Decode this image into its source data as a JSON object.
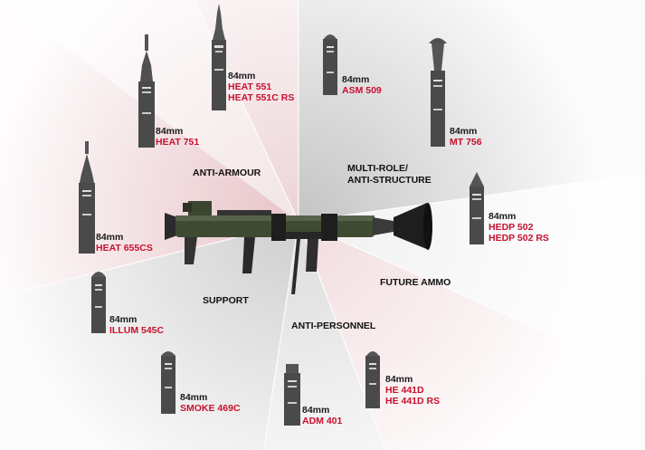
{
  "colors": {
    "sector_red": "#e9c9cd",
    "sector_grey": "#c9c9c9",
    "round_body": "#4d4d4d",
    "name_red": "#c8102e",
    "weapon_green": "#3f4a33"
  },
  "categories": {
    "anti_armour": "ANTI-ARMOUR",
    "multi_role_1": "MULTI-ROLE/",
    "multi_role_2": "ANTI-STRUCTURE",
    "support": "SUPPORT",
    "future": "FUTURE AMMO",
    "anti_personnel": "ANTI-PERSONNEL"
  },
  "rounds": [
    {
      "id": "heat551",
      "caliber": "84mm",
      "names": [
        "HEAT 551",
        "HEAT 551C RS"
      ]
    },
    {
      "id": "heat751",
      "caliber": "84mm",
      "names": [
        "HEAT 751"
      ]
    },
    {
      "id": "asm509",
      "caliber": "84mm",
      "names": [
        "ASM 509"
      ]
    },
    {
      "id": "mt756",
      "caliber": "84mm",
      "names": [
        "MT 756"
      ]
    },
    {
      "id": "heat655",
      "caliber": "84mm",
      "names": [
        "HEAT 655CS"
      ]
    },
    {
      "id": "hedp502",
      "caliber": "84mm",
      "names": [
        "HEDP 502",
        "HEDP 502 RS"
      ]
    },
    {
      "id": "illum545",
      "caliber": "84mm",
      "names": [
        "ILLUM 545C"
      ]
    },
    {
      "id": "smoke469",
      "caliber": "84mm",
      "names": [
        "SMOKE 469C"
      ]
    },
    {
      "id": "adm401",
      "caliber": "84mm",
      "names": [
        "ADM 401"
      ]
    },
    {
      "id": "he441",
      "caliber": "84mm",
      "names": [
        "HE 441D",
        "HE 441D RS"
      ]
    }
  ]
}
